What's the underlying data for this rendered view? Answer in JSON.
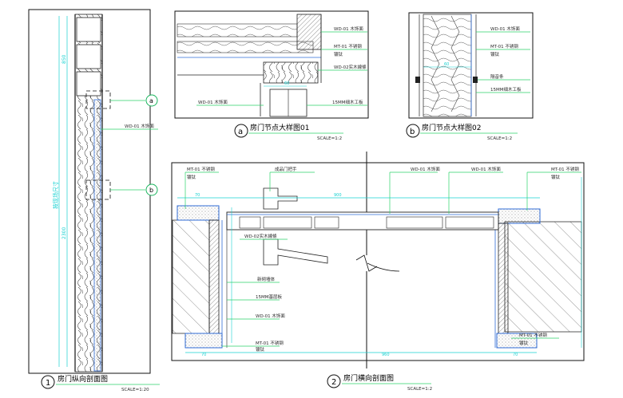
{
  "colors": {
    "leader": "#2bd36a",
    "dimension": "#17d1d1",
    "outline": "#3a3a3a",
    "frame": "#111111",
    "hatch": "#6a6a6a",
    "grain": "#555555",
    "accent": "#2f6bd6",
    "circle": "#19b35c"
  },
  "panel1": {
    "number": "1",
    "title": "房门纵向剖面图",
    "scale": "SCALE=1:20",
    "center_label": "按现场尺寸",
    "dims": [
      "850",
      "2300"
    ],
    "callout_a": "a",
    "callout_b": "b",
    "label_wood": "WD-01 木饰面"
  },
  "detail_a": {
    "letter": "a",
    "title": "房门节点大样图01",
    "scale": "SCALE=1:2",
    "labels": [
      "WD-01 木饰面",
      "MT-01 不锈钢",
      "镀钛",
      "WD-02实木線條",
      "WD-01 木饰面",
      "15MM细木工板"
    ],
    "dim": "60"
  },
  "detail_b": {
    "letter": "b",
    "title": "房门节点大样图02",
    "scale": "SCALE=1:2",
    "labels": [
      "WD-01 木饰面",
      "MT-01 不锈钢",
      "镀钛",
      "隔音条",
      "15MM细木工板"
    ],
    "dim": "60"
  },
  "panel2": {
    "number": "2",
    "title": "房门横向剖面图",
    "scale": "SCALE=1:2",
    "labels": {
      "mt_tl_1": "MT-01 不锈钢",
      "mt_tl_2": "镀钛",
      "handle": "成品门把手",
      "wd_top_1": "WD-01 木饰面",
      "wd_top_2": "WD-01 木饰面",
      "mt_tr_1": "MT-01 不锈钢",
      "mt_tr_2": "镀钛",
      "wd02": "WD-02实木線條",
      "stop": "新砌墙体",
      "board": "15MM基层板",
      "wd_left": "WD-01 木饰面",
      "mt_bl_1": "MT-01 不锈钢",
      "mt_bl_2": "镀钛",
      "mt_br_1": "MT-01 不锈钢",
      "mt_br_2": "镀钛"
    },
    "dims": [
      "70",
      "900",
      "70",
      "960",
      "70"
    ]
  }
}
